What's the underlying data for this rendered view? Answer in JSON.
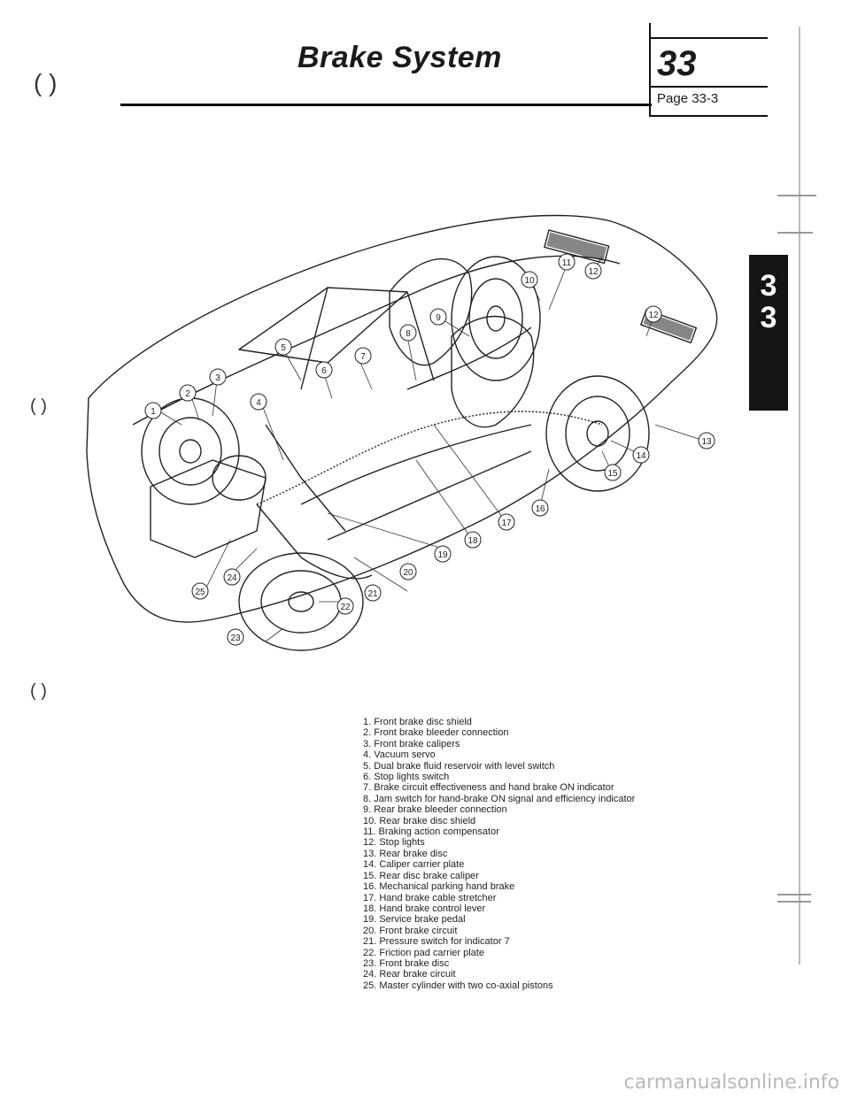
{
  "header": {
    "title": "Brake System",
    "chapter_number": "33",
    "page_label": "Page 33-3"
  },
  "side_tab": {
    "digits": [
      "3",
      "3"
    ]
  },
  "diagram": {
    "callouts": [
      "1",
      "2",
      "3",
      "4",
      "5",
      "6",
      "7",
      "8",
      "9",
      "10",
      "11",
      "12",
      "13",
      "14",
      "15",
      "16",
      "17",
      "18",
      "19",
      "20",
      "21",
      "22",
      "23",
      "24",
      "25"
    ]
  },
  "legend": {
    "items": [
      "1. Front brake disc shield",
      "2. Front brake bleeder connection",
      "3. Front brake calipers",
      "4. Vacuum servo",
      "5. Dual brake fluid reservoir with level switch",
      "6. Stop lights switch",
      "7. Brake circuit effectiveness and hand brake ON indicator",
      "8. Jam switch for hand-brake ON signal and efficiency indicator",
      "9. Rear brake bleeder connection",
      "10. Rear brake disc shield",
      "11. Braking action compensator",
      "12. Stop lights",
      "13. Rear brake disc",
      "14. Caliper carrier plate",
      "15. Rear disc brake caliper",
      "16. Mechanical parking hand brake",
      "17. Hand brake cable stretcher",
      "18. Hand brake control lever",
      "19. Service brake pedal",
      "20. Front brake circuit",
      "21. Pressure switch for indicator 7",
      "22. Friction pad carrier plate",
      "23. Front brake disc",
      "24. Rear brake circuit",
      "25. Master cylinder with two co-axial pistons"
    ]
  },
  "watermark": "carmanualsonline.info",
  "colors": {
    "ink": "#1a1a1a",
    "tab": "#141414",
    "paper": "#ffffff"
  }
}
